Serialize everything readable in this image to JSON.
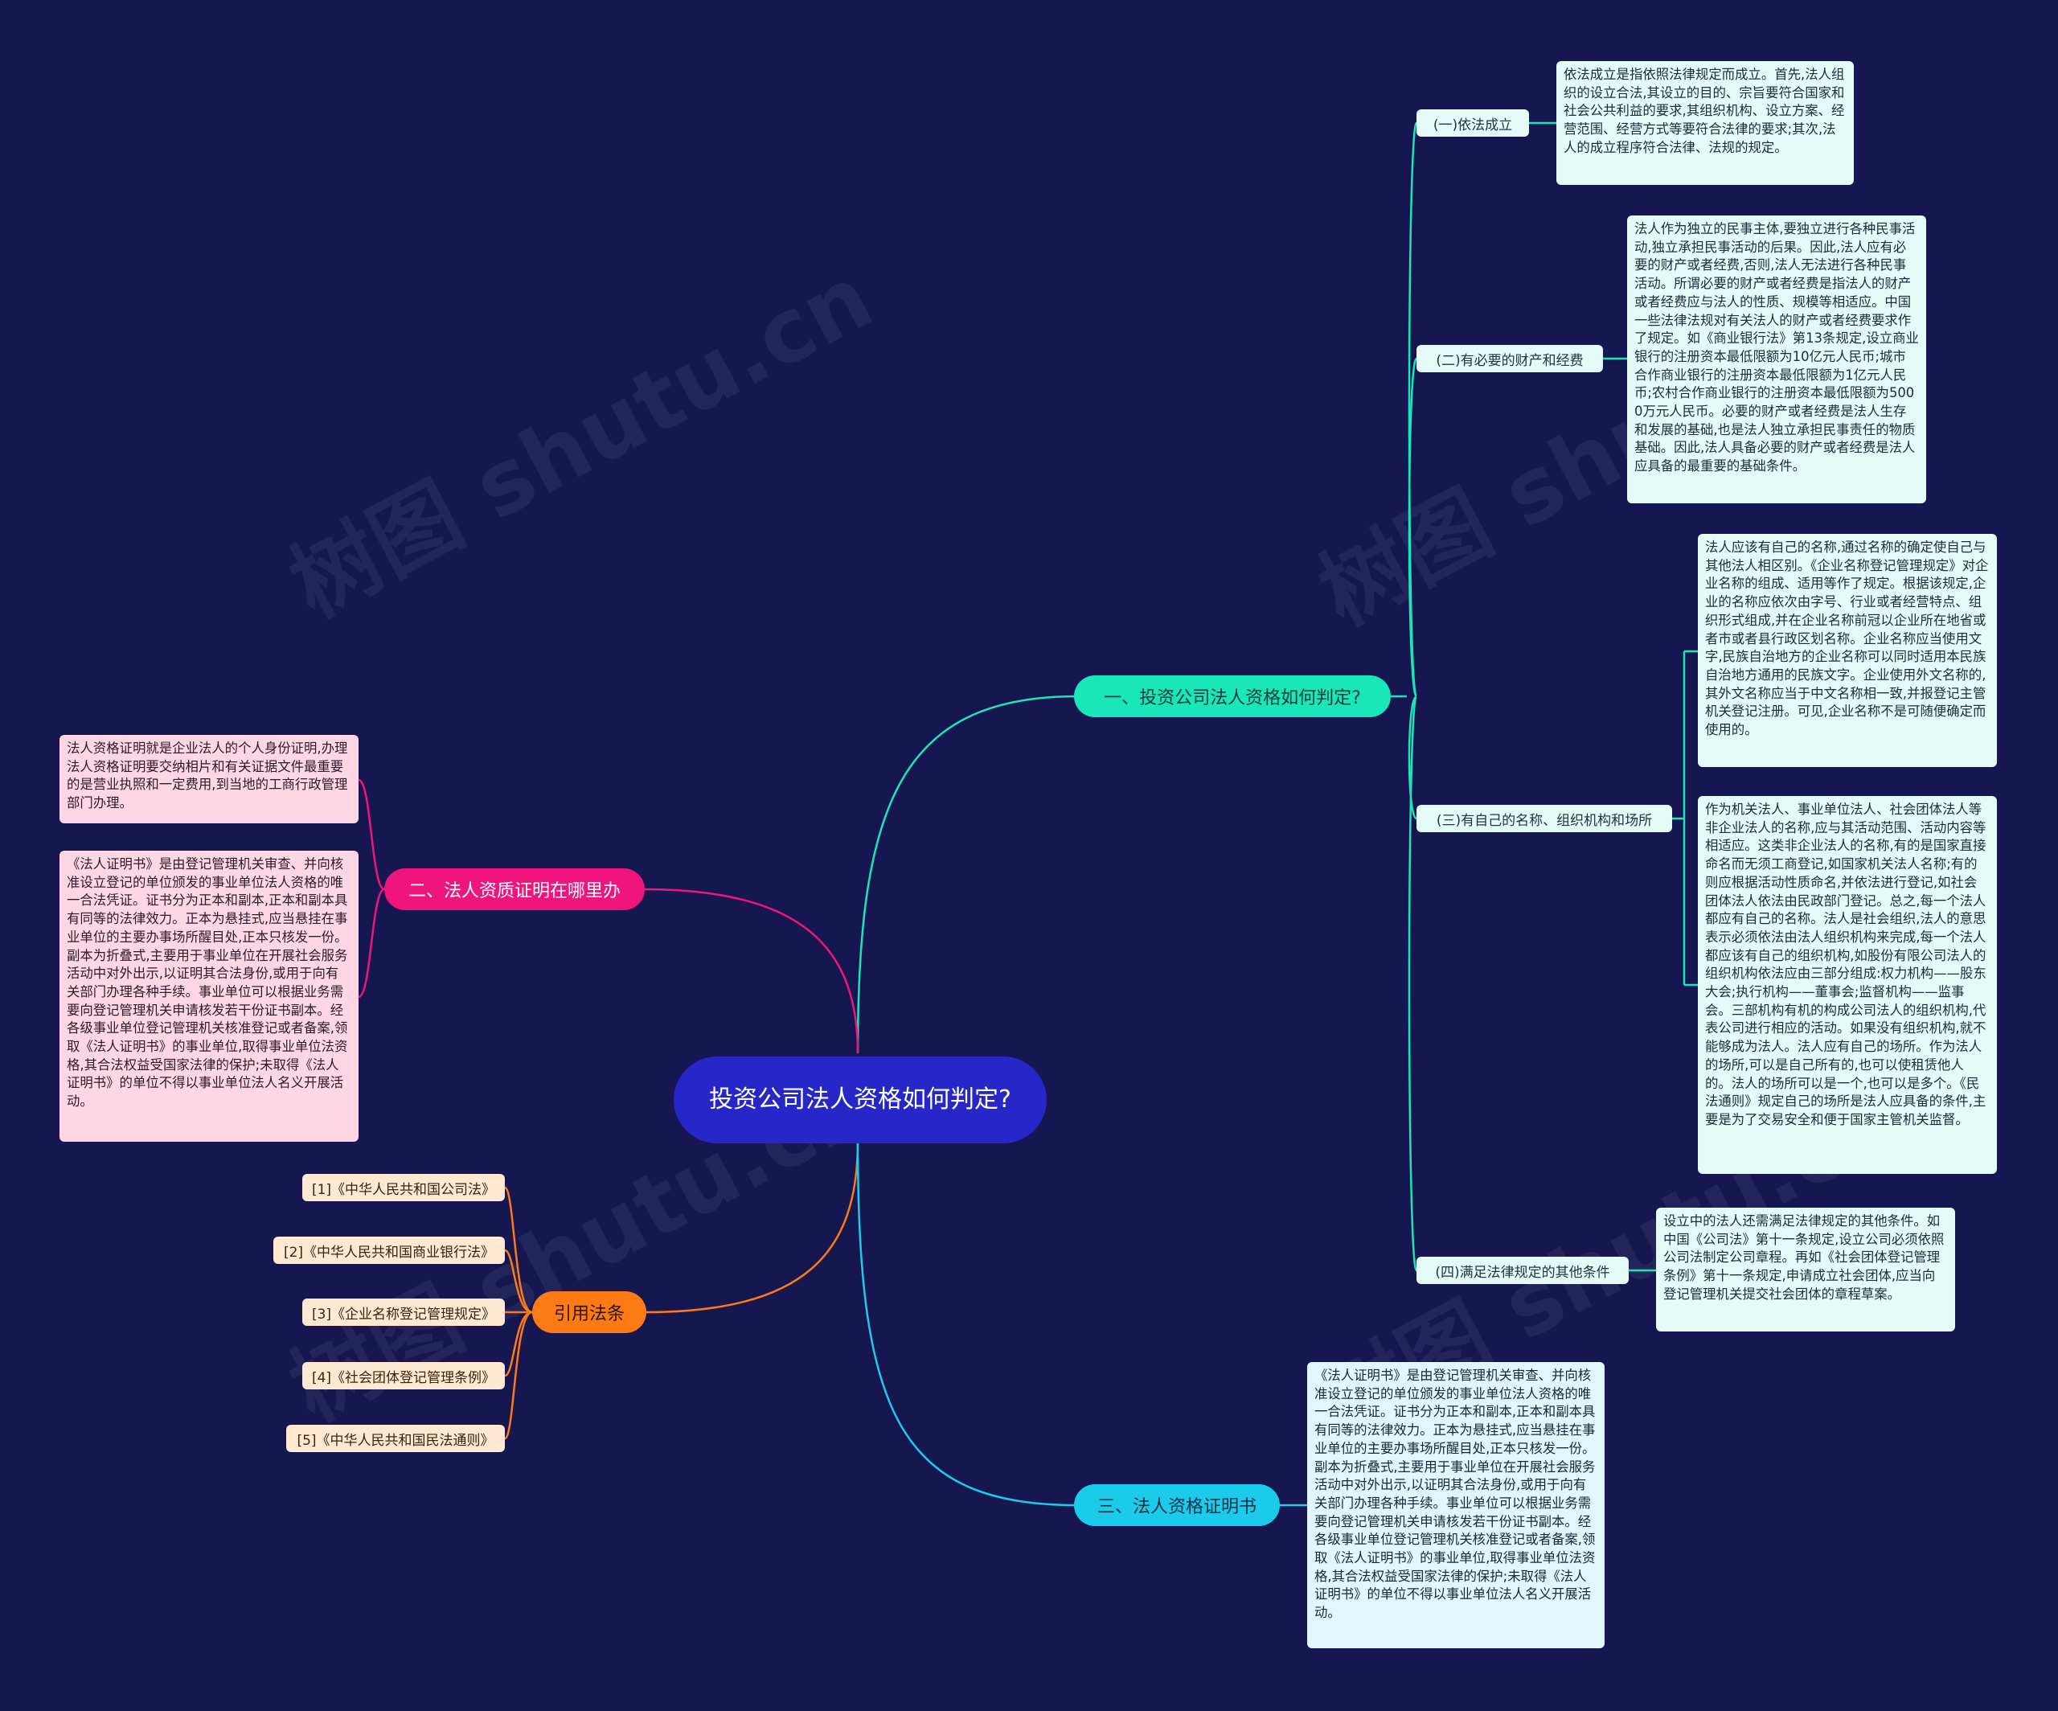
{
  "root": {
    "title": "投资公司法人资格如何判定?"
  },
  "colors": {
    "background": "#161750",
    "root": "#2727c9",
    "teal": "#19e6b9",
    "pink": "#f0157d",
    "orange": "#fe7a14",
    "cyan": "#1bcbea"
  },
  "branch1": {
    "title": "一、投资公司法人资格如何判定?",
    "items": [
      {
        "label": "(一)依法成立",
        "text": "依法成立是指依照法律规定而成立。首先,法人组织的设立合法,其设立的目的、宗旨要符合国家和社会公共利益的要求,其组织机构、设立方案、经营范围、经营方式等要符合法律的要求;其次,法人的成立程序符合法律、法规的规定。"
      },
      {
        "label": "(二)有必要的财产和经费",
        "text": "法人作为独立的民事主体,要独立进行各种民事活动,独立承担民事活动的后果。因此,法人应有必要的财产或者经费,否则,法人无法进行各种民事活动。所谓必要的财产或者经费是指法人的财产或者经费应与法人的性质、规模等相适应。中国一些法律法规对有关法人的财产或者经费要求作了规定。如《商业银行法》第13条规定,设立商业银行的注册资本最低限额为10亿元人民币;城市合作商业银行的注册资本最低限额为1亿元人民币;农村合作商业银行的注册资本最低限额为5000万元人民币。必要的财产或者经费是法人生存和发展的基础,也是法人独立承担民事责任的物质基础。因此,法人具备必要的财产或者经费是法人应具备的最重要的基础条件。"
      },
      {
        "label": "(三)有自己的名称、组织机构和场所",
        "text_a": "法人应该有自己的名称,通过名称的确定使自己与其他法人相区别。《企业名称登记管理规定》对企业名称的组成、适用等作了规定。根据该规定,企业的名称应依次由字号、行业或者经营特点、组织形式组成,并在企业名称前冠以企业所在地省或者市或者县行政区划名称。企业名称应当使用文字,民族自治地方的企业名称可以同时适用本民族自治地方通用的民族文字。企业使用外文名称的,其外文名称应当于中文名称相一致,并报登记主管机关登记注册。可见,企业名称不是可随便确定而使用的。",
        "text_b": "作为机关法人、事业单位法人、社会团体法人等非企业法人的名称,应与其活动范围、活动内容等相适应。这类非企业法人的名称,有的是国家直接命名而无须工商登记,如国家机关法人名称;有的则应根据活动性质命名,并依法进行登记,如社会团体法人依法由民政部门登记。总之,每一个法人都应有自己的名称。法人是社会组织,法人的意思表示必须依法由法人组织机构来完成,每一个法人都应该有自己的组织机构,如股份有限公司法人的组织机构依法应由三部分组成:权力机构——股东大会;执行机构——董事会;监督机构——监事会。三部机构有机的构成公司法人的组织机构,代表公司进行相应的活动。如果没有组织机构,就不能够成为法人。法人应有自己的场所。作为法人的场所,可以是自己所有的,也可以使租赁他人的。法人的场所可以是一个,也可以是多个。《民法通则》规定自己的场所是法人应具备的条件,主要是为了交易安全和便于国家主管机关监督。"
      },
      {
        "label": "(四)满足法律规定的其他条件",
        "text": "设立中的法人还需满足法律规定的其他条件。如中国《公司法》第十一条规定,设立公司必须依照公司法制定公司章程。再如《社会团体登记管理条例》第十一条规定,申请成立社会团体,应当向登记管理机关提交社会团体的章程草案。"
      }
    ]
  },
  "branch2": {
    "title": "二、法人资质证明在哪里办",
    "items": [
      {
        "text": "法人资格证明就是企业法人的个人身份证明,办理法人资格证明要交纳相片和有关证据文件最重要的是营业执照和一定费用,到当地的工商行政管理部门办理。"
      },
      {
        "text": "《法人证明书》是由登记管理机关审查、并向核准设立登记的单位颁发的事业单位法人资格的唯一合法凭证。证书分为正本和副本,正本和副本具有同等的法律效力。正本为悬挂式,应当悬挂在事业单位的主要办事场所醒目处,正本只核发一份。副本为折叠式,主要用于事业单位在开展社会服务活动中对外出示,以证明其合法身份,或用于向有关部门办理各种手续。事业单位可以根据业务需要向登记管理机关申请核发若干份证书副本。经各级事业单位登记管理机关核准登记或者备案,领取《法人证明书》的事业单位,取得事业单位法资格,其合法权益受国家法律的保护;未取得《法人证明书》的单位不得以事业单位法人名义开展活动。"
      }
    ]
  },
  "branch3": {
    "title": "引用法条",
    "items": [
      "[1]《中华人民共和国公司法》",
      "[2]《中华人民共和国商业银行法》",
      "[3]《企业名称登记管理规定》",
      "[4]《社会团体登记管理条例》",
      "[5]《中华人民共和国民法通则》"
    ]
  },
  "branch4": {
    "title": "三、法人资格证明书",
    "text": "《法人证明书》是由登记管理机关审查、并向核准设立登记的单位颁发的事业单位法人资格的唯一合法凭证。证书分为正本和副本,正本和副本具有同等的法律效力。正本为悬挂式,应当悬挂在事业单位的主要办事场所醒目处,正本只核发一份。副本为折叠式,主要用于事业单位在开展社会服务活动中对外出示,以证明其合法身份,或用于向有关部门办理各种手续。事业单位可以根据业务需要向登记管理机关申请核发若干份证书副本。经各级事业单位登记管理机关核准登记或者备案,领取《法人证明书》的事业单位,取得事业单位法资格,其合法权益受国家法律的保护;未取得《法人证明书》的单位不得以事业单位法人名义开展活动。"
  },
  "watermarks": [
    "树图 shutu.cn",
    "树图 shutu.cn",
    "树图 shutu.cn",
    "树图 shutu.cn"
  ]
}
